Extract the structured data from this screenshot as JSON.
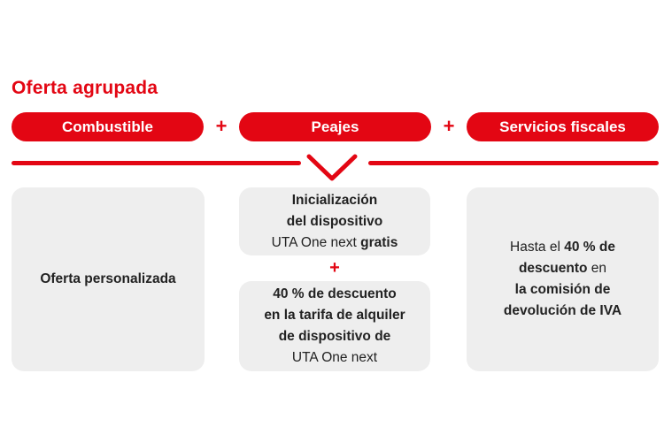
{
  "title": "Oferta agrupada",
  "categories": [
    "Combustible",
    "Peajes",
    "Servicios fiscales"
  ],
  "plus_sign": "+",
  "cards": {
    "fuel": "Oferta personalizada",
    "tolls_init": {
      "line1": "Inicialización",
      "line2": "del dispositivo",
      "line3_normal": "UTA One next",
      "line3_bold": "gratis"
    },
    "tolls_discount": {
      "line1": "40 % de descuento",
      "line2": "en la tarifa de alquiler",
      "line3": "de dispositivo de",
      "line4": "UTA One next"
    },
    "tax": {
      "line1_normal": "Hasta el",
      "line1_bold": "40 % de",
      "line2_bold": "descuento",
      "line2_normal": "en",
      "line3": "la comisión de",
      "line4": "devolución de IVA"
    }
  },
  "colors": {
    "accent": "#e30613",
    "card_bg": "#eeeeee",
    "text": "#222222"
  }
}
